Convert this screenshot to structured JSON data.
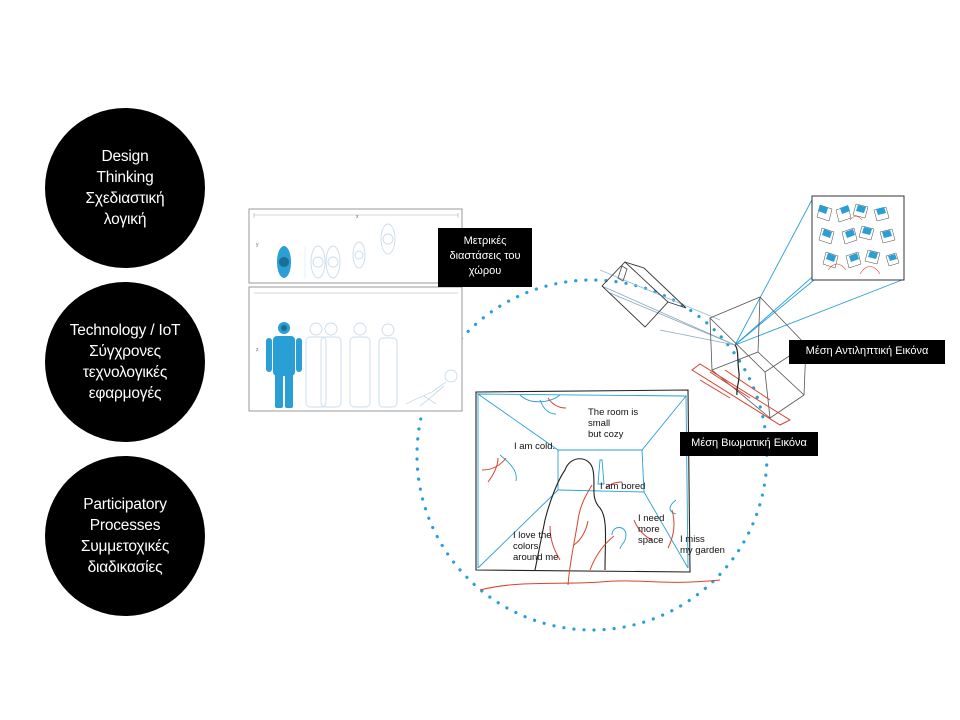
{
  "circles": [
    {
      "lines": [
        "Design",
        "Thinking",
        "Σχεδιαστική",
        "λογική"
      ]
    },
    {
      "lines": [
        "Technology / IoT",
        "Σύγχρονες",
        "τεχνολογικές",
        "εφαρμογές"
      ]
    },
    {
      "lines": [
        "Participatory",
        "Processes",
        "Συμμετοχικές",
        "διαδικασίες"
      ]
    }
  ],
  "labels": {
    "metrics": [
      "Μετρικές",
      "διαστάσεις του",
      "χώρου"
    ],
    "perceptual": "Μέση Αντιληπτική Εικόνα",
    "experiential": "Μέση Βιωματική Εικόνα"
  },
  "sketch_notes": {
    "cold": "I am cold.",
    "room": [
      "The room is",
      "small",
      "but cozy"
    ],
    "bored": "I am bored",
    "colors": [
      "I love the",
      "colors",
      "around me"
    ],
    "space": [
      "I need",
      "more",
      "space"
    ],
    "garden": [
      "I miss",
      "my garden"
    ]
  },
  "axis_marks": {
    "x": "x",
    "y": "y",
    "z": "z"
  },
  "colors": {
    "accent": "#2a9fd6",
    "sketch_red": "#d9432f",
    "black": "#000000"
  }
}
